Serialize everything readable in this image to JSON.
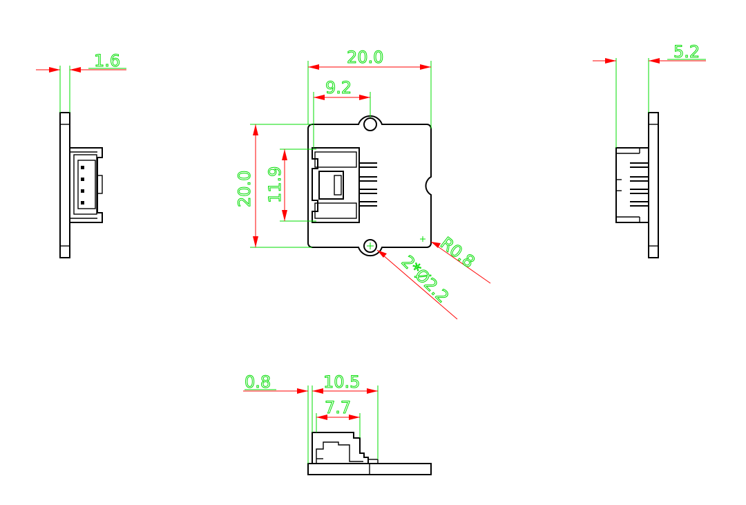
{
  "dimensions": {
    "left_thickness": "1.6",
    "right_depth": "5.2",
    "top_width": "20.0",
    "hole_offset": "9.2",
    "board_height": "20.0",
    "connector_height": "11.9",
    "corner_radius": "R0.8",
    "hole_diameter": "2*Ø2.2",
    "bottom_offset": "0.8",
    "bottom_depth": "10.5",
    "bottom_connector": "7.7"
  },
  "colors": {
    "outline": "#000000",
    "extension": "#00dd00",
    "dimension": "#ff0000"
  }
}
